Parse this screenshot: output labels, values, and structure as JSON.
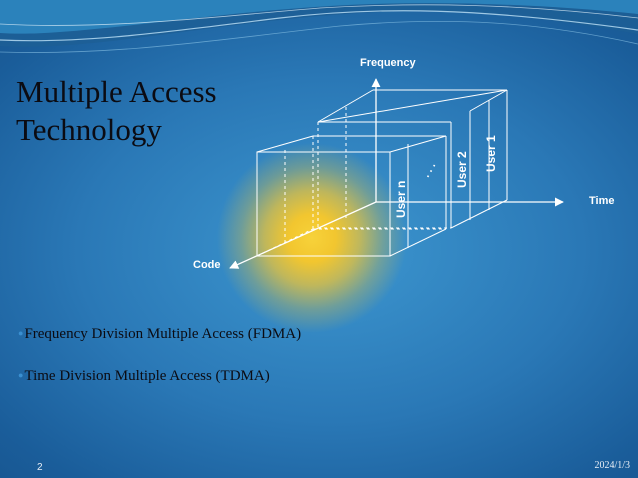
{
  "slide": {
    "title_line1": "Multiple Access",
    "title_line2": "Technology",
    "bullets": [
      "Frequency Division Multiple Access (FDMA)",
      "Time Division Multiple Access (TDMA)"
    ],
    "page_number": "2",
    "date": "2024/1/3"
  },
  "diagram": {
    "axis_frequency": "Frequency",
    "axis_time": "Time",
    "axis_code": "Code",
    "user_n": "User n",
    "user_2": "User 2",
    "user_1": "User 1",
    "ellipsis": ". . ."
  },
  "colors": {
    "background": "#2a78b6",
    "highlight": "#f2c62f",
    "line": "#ffffff",
    "text": "#0b0b12"
  }
}
